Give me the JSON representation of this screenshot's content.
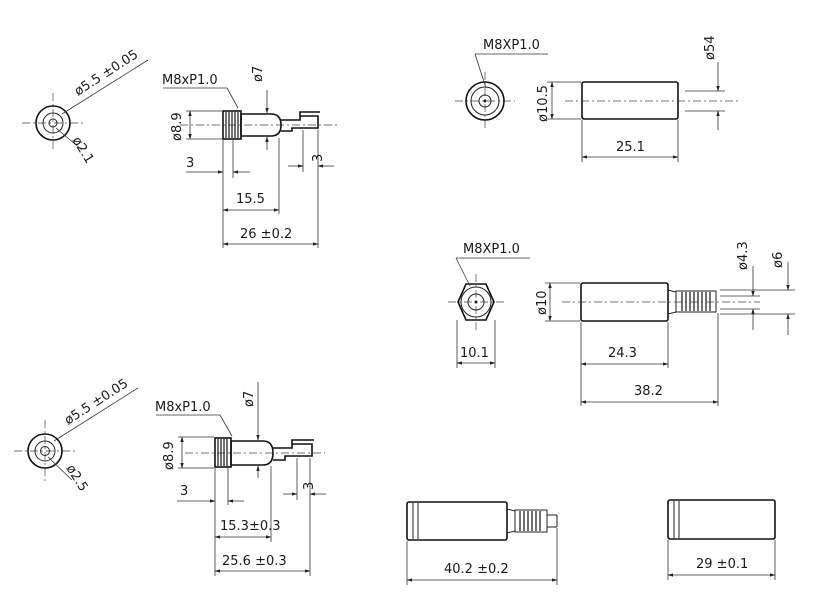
{
  "views": {
    "v1": {
      "front": {
        "outer_dia": "ø5.5 ±0.05",
        "inner_dia": "ø2.1"
      },
      "side": {
        "thread": "M8xP1.0",
        "dia_small": "ø7",
        "dia_thread": "ø8.9",
        "left_3": "3",
        "right_3": "3",
        "len_mid": "15.5",
        "total": "26 ±0.2"
      }
    },
    "v2": {
      "front": {
        "outer_dia": "ø5.5 ±0.05",
        "inner_dia": "ø2.5"
      },
      "side": {
        "thread": "M8xP1.0",
        "dia_small": "ø7",
        "dia_thread": "ø8.9",
        "left_3": "3",
        "right_3": "3",
        "len_mid": "15.3±0.3",
        "total": "25.6 ±0.3"
      }
    },
    "v3": {
      "thread": "M8XP1.0",
      "dia_small": "ø54",
      "dia_body": "ø10.5",
      "length": "25.1"
    },
    "v4": {
      "thread": "M8XP1.0",
      "front_width": "10.1",
      "dia_body": "ø10",
      "dia_cable": "ø4.3",
      "dia_strain": "ø6",
      "len_body": "24.3",
      "total": "38.2"
    },
    "v5": {
      "total": "40.2 ±0.2"
    },
    "v6": {
      "total": "29 ±0.1"
    }
  }
}
